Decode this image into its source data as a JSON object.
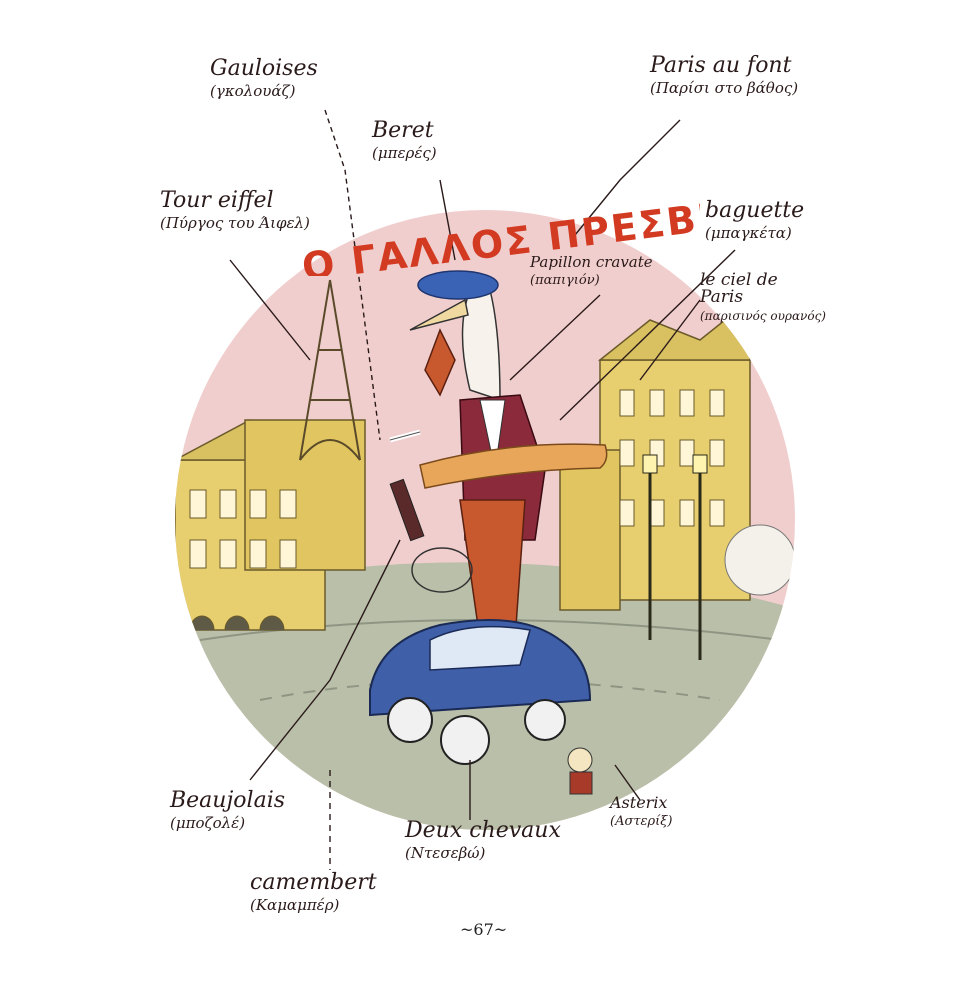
{
  "title": "Ο ΓΑΛΛΟΣ ΠΡΕΣΒΕΥΤΗΣ",
  "page_number": "~67~",
  "colors": {
    "title": "#d23a22",
    "sky": "#efc9c9",
    "road": "#b9bfa8",
    "buildings": "#e7cf6f",
    "car": "#3f5fa8",
    "beret": "#3a63b5",
    "ink": "#2a1a1a"
  },
  "labels": {
    "gauloises": {
      "main": "Gauloises",
      "sub": "(γκολουάζ)"
    },
    "paris_au_font": {
      "main": "Paris au font",
      "sub": "(Παρίσι στο βάθος)"
    },
    "beret": {
      "main": "Beret",
      "sub": "(μπερές)"
    },
    "tour_eiffel": {
      "main": "Tour eiffel",
      "sub": "(Πύργος του Άιφελ)"
    },
    "baguette": {
      "main": "baguette",
      "sub": "(μπαγκέτα)"
    },
    "papillon": {
      "main": "Papillon cravate",
      "sub": "(παπιγιόν)"
    },
    "le_ciel": {
      "main": "le ciel de Paris",
      "sub": "(παρισινός ουρανός)"
    },
    "beaujolais": {
      "main": "Beaujolais",
      "sub": "(μποζολέ)"
    },
    "deux_chevaux": {
      "main": "Deux chevaux",
      "sub": "(Ντεσεβώ)"
    },
    "asterix": {
      "main": "Asterix",
      "sub": "(Αστερίξ)"
    },
    "camembert": {
      "main": "camembert",
      "sub": "(Καμαμπέρ)"
    }
  }
}
